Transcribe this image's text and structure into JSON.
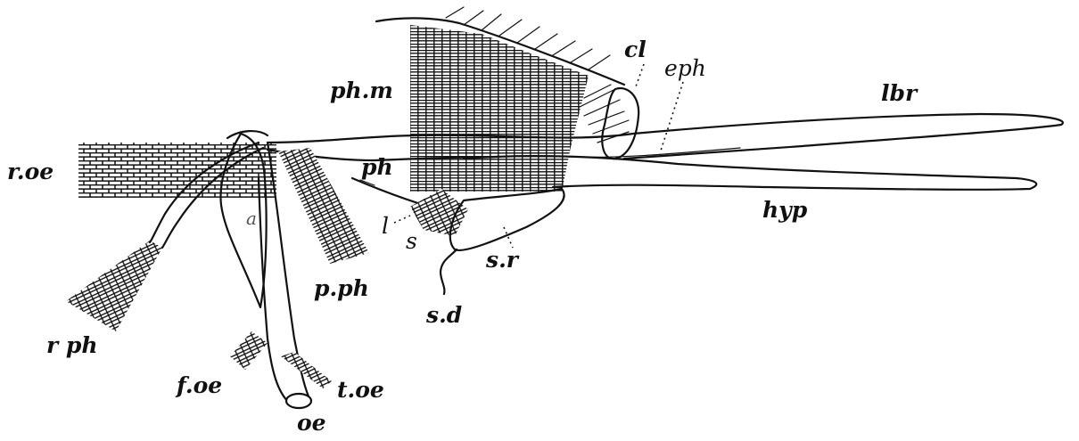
{
  "labels": {
    "cl": "cl",
    "eph": "eph",
    "lbr": "lbr",
    "ph_m": "ph.m",
    "r_oe": "r.oe",
    "ph": "ph",
    "hyp": "hyp",
    "a": "a",
    "l": "l",
    "s": "s",
    "s_r": "s.r",
    "p_ph": "p.ph",
    "s_d": "s.d",
    "r_ph": "r ph",
    "f_oe": "f.oe",
    "t_oe": "t.oe",
    "oe": "oe"
  }
}
